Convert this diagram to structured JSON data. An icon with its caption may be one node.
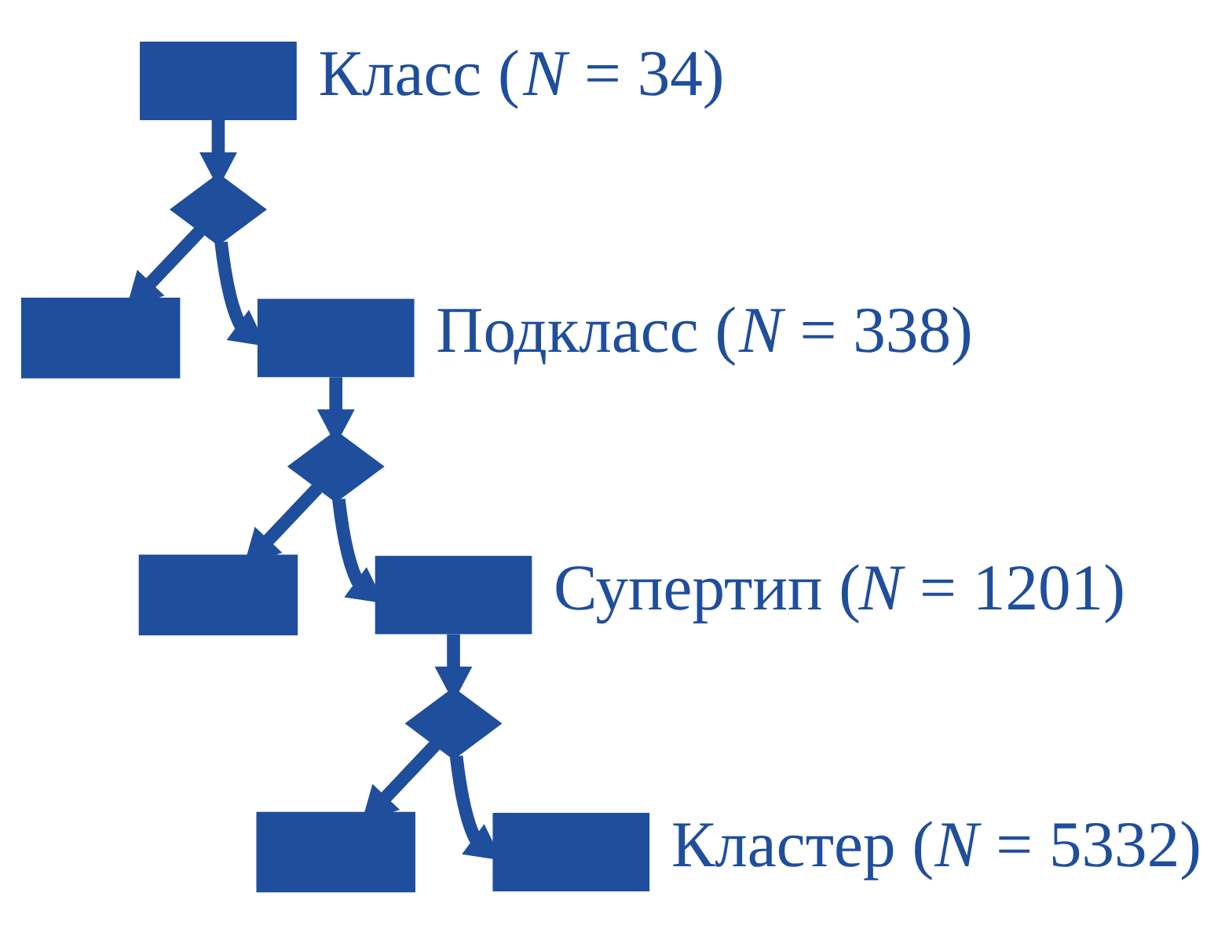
{
  "diagram": {
    "nodes": [
      {
        "text": [],
        "shape": "box",
        "beside": [
          "Класс (*N* = 34)"
        ]
      },
      {
        "text": [],
        "shape": "diamond"
      },
      {
        "text": [],
        "shape": "box"
      },
      {
        "text": [],
        "shape": "box",
        "beside": [
          "Подкласс (*N* = 338)"
        ]
      },
      {
        "text": [],
        "shape": "diamond"
      },
      {
        "text": [],
        "shape": "box"
      },
      {
        "text": [],
        "shape": "box",
        "beside": [
          "Супертип (*N* = 1201)"
        ]
      },
      {
        "text": [],
        "shape": "diamond"
      },
      {
        "text": [],
        "shape": "box"
      },
      {
        "text": [],
        "shape": "box",
        "beside": [
          "Кластер (*N* = 5332)"
        ]
      }
    ],
    "edges": [
      {
        "from": 0,
        "to": 1,
        "arrow": "to"
      },
      {
        "from": 1,
        "to": 2,
        "arrow": "to"
      },
      {
        "from": 1,
        "to": 3,
        "arrow": "to"
      },
      {
        "from": 3,
        "to": 4,
        "arrow": "to"
      },
      {
        "from": 4,
        "to": 5,
        "arrow": "to"
      },
      {
        "from": 4,
        "to": 6,
        "arrow": "to"
      },
      {
        "from": 6,
        "to": 7,
        "arrow": "to"
      },
      {
        "from": 7,
        "to": 8,
        "arrow": "to"
      },
      {
        "from": 7,
        "to": 9,
        "arrow": "to"
      }
    ]
  }
}
